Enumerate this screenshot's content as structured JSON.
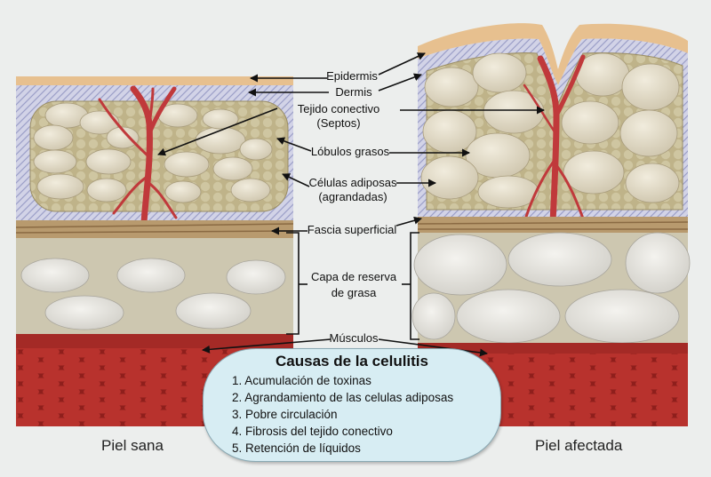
{
  "labels": {
    "epidermis": "Epidermis",
    "dermis": "Dermis",
    "septa_line1": "Tejido conectivo",
    "septa_line2": "(Septos)",
    "fat_lobules": "Lóbulos grasos",
    "fat_cells_line1": "Células adiposas",
    "fat_cells_line2": "(agrandadas)",
    "superficial_fascia": "Fascia superficial",
    "fat_reserve_line1": "Capa de reserva",
    "fat_reserve_line2": "de grasa",
    "muscles": "Músculos"
  },
  "captions": {
    "healthy": "Piel sana",
    "affected": "Piel afectada"
  },
  "causes_box": {
    "title": "Causas de la celulitis",
    "items": [
      "1. Acumulación de toxinas",
      "2. Agrandamiento de las celulas adiposas",
      "3. Pobre circulación",
      "4. Fibrosis del tejido conectivo",
      "5. Retención de líquidos"
    ]
  },
  "colors": {
    "background": "#eceeed",
    "epidermis": "#e7c08f",
    "dermis": "#cfd0e6",
    "fat_cell": "#ddd6c3",
    "septa": "#c0393b",
    "muscle": "#a42a26",
    "box_fill": "#d7edf3"
  }
}
